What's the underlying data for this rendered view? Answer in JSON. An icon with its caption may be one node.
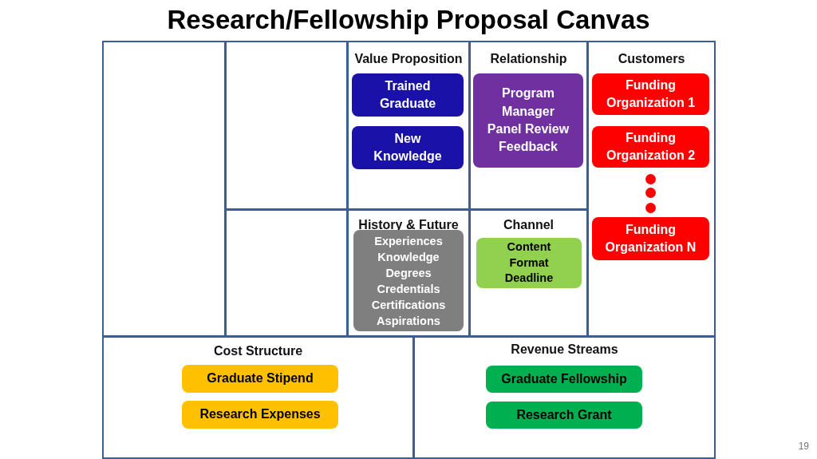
{
  "diagram": {
    "title": "Research/Fellowship Proposal Canvas",
    "nodes": [
      {
        "text": [],
        "shape": "box"
      },
      {
        "text": [],
        "shape": "box"
      },
      {
        "text": [
          "Value Proposition"
        ]
      },
      {
        "text": [
          "Trained Graduate"
        ],
        "in": 2
      },
      {
        "text": [
          "New Knowledge"
        ],
        "in": 2
      },
      {
        "text": [
          "Relationship"
        ]
      },
      {
        "text": [
          "Program Manager Panel Review Feedback"
        ],
        "in": 5
      },
      {
        "text": [
          "Customers"
        ]
      },
      {
        "text": [
          "Funding Organization 1"
        ],
        "in": 7
      },
      {
        "text": [
          "Funding Organization 2"
        ],
        "in": 7
      },
      {
        "text": [],
        "shape": "circle",
        "in": 7
      },
      {
        "text": [],
        "shape": "circle",
        "in": 7
      },
      {
        "text": [],
        "shape": "circle",
        "in": 7
      },
      {
        "text": [
          "Funding Organization N"
        ],
        "in": 7
      },
      {
        "text": [],
        "shape": "box"
      },
      {
        "text": [
          "History & Future"
        ]
      },
      {
        "text": [
          "Experiences Knowledge Degrees Credentials Certifications Aspirations"
        ],
        "in": 15
      },
      {
        "text": [
          "Channel"
        ]
      },
      {
        "text": [
          "Content Format Deadline"
        ],
        "in": 17
      },
      {
        "text": [
          "Cost Structure"
        ]
      },
      {
        "text": [
          "Graduate Stipend"
        ],
        "in": 19
      },
      {
        "text": [
          "Research Expenses"
        ],
        "in": 19
      },
      {
        "text": [
          "Revenue Streams"
        ]
      },
      {
        "text": [
          "Graduate Fellowship"
        ],
        "in": 22
      },
      {
        "text": [
          "Research Grant"
        ],
        "in": 22
      }
    ],
    "edges": [],
    "labels": [
      "19"
    ]
  }
}
